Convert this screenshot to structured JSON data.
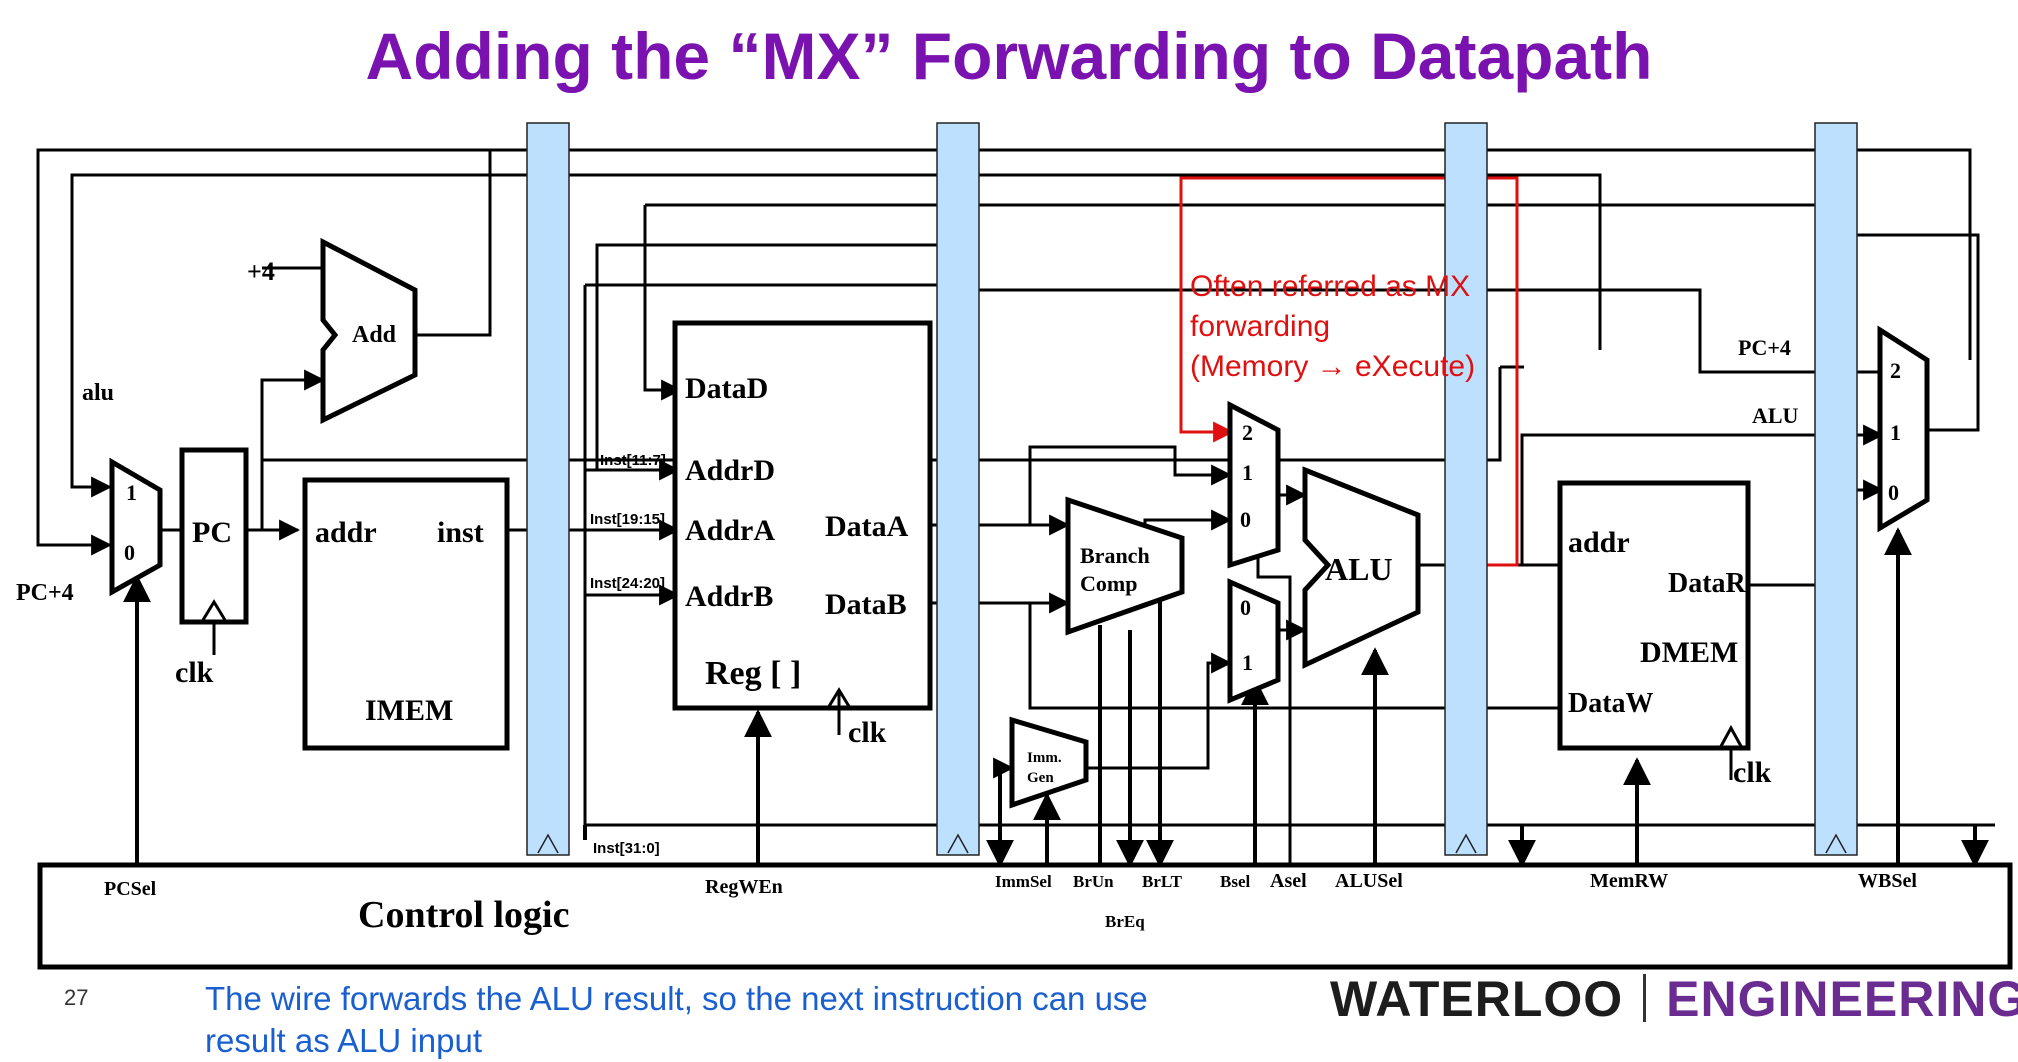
{
  "title": "Adding the “MX” Forwarding to Datapath",
  "page_number": "27",
  "caption": "The wire forwards the ALU result, so the next instruction can use result as ALU input",
  "logo": {
    "left": "WATERLOO",
    "right": "ENGINEERING"
  },
  "annotation": [
    "Often referred as MX",
    "forwarding",
    "(Memory → eXecute)"
  ],
  "colors": {
    "title": "#7a12b0",
    "forward_wire": "#e01010",
    "pipeline_register": "#bde0ff",
    "caption": "#1a5fd0",
    "logo_right": "#6a2c91"
  },
  "labels": {
    "plus4": "+4",
    "add": "Add",
    "alu_wire": "alu",
    "pc4_left": "PC+4",
    "pc": "PC",
    "clk": "clk",
    "mux_1": "1",
    "mux_0": "0",
    "mux_2": "2",
    "imem_addr": "addr",
    "imem_inst": "inst",
    "imem": "IMEM",
    "inst_11_7": "Inst[11:7]",
    "inst_19_15": "Inst[19:15]",
    "inst_24_20": "Inst[24:20]",
    "inst_31_0": "Inst[31:0]",
    "datad": "DataD",
    "addrd": "AddrD",
    "addra": "AddrA",
    "addrb": "AddrB",
    "dataa": "DataA",
    "datab": "DataB",
    "reg": "Reg [ ]",
    "branch_comp_1": "Branch",
    "branch_comp_2": "Comp",
    "imm_gen_1": "Imm.",
    "imm_gen_2": "Gen",
    "alu": "ALU",
    "dmem_addr": "addr",
    "datar": "DataR",
    "dmem": "DMEM",
    "dataw": "DataW",
    "pc4_right": "PC+4",
    "alu_right": "ALU"
  },
  "control_logic": {
    "title": "Control logic",
    "signals": [
      "PCSel",
      "RegWEn",
      "ImmSel",
      "BrUn",
      "BrLT",
      "BrEq",
      "Bsel",
      "Asel",
      "ALUSel",
      "MemRW",
      "WBSel"
    ]
  }
}
